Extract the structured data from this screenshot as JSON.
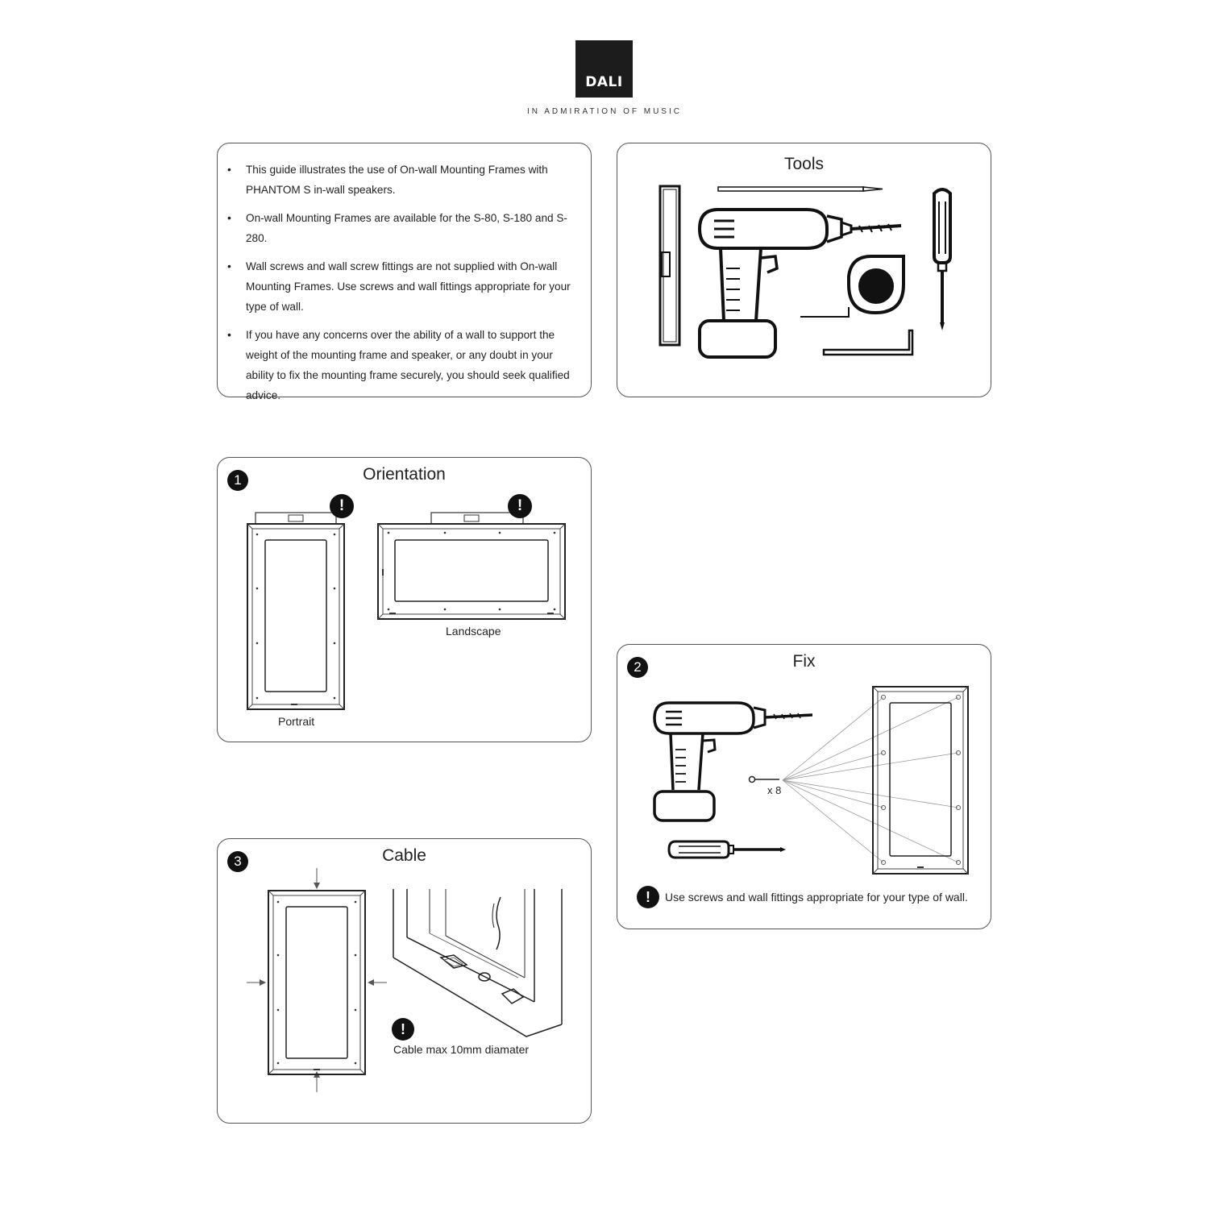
{
  "brand": {
    "logo_text": "DALI",
    "tagline": "IN ADMIRATION OF MUSIC"
  },
  "intro": {
    "notes": [
      "This guide illustrates the use of On-wall Mounting Frames with PHANTOM S in-wall speakers.",
      "On-wall Mounting Frames are available for the S-80, S-180 and S-280.",
      "Wall screws and wall screw fittings are not supplied with On-wall Mounting Frames. Use screws and wall fittings appropriate for your type of wall.",
      "If you have any concerns over the ability of a wall to support the weight of the mounting frame and speaker, or any doubt in your ability to fix the mounting frame securely, you should seek qualified advice."
    ]
  },
  "tools": {
    "title": "Tools",
    "icons": [
      "spirit-level-icon",
      "pencil-icon",
      "drill-icon",
      "tape-measure-icon",
      "screwdriver-icon",
      "allen-key-icon"
    ]
  },
  "orientation": {
    "step": "1",
    "title": "Orientation",
    "warning_glyph": "!",
    "portrait_label": "Portrait",
    "landscape_label": "Landscape"
  },
  "fix": {
    "step": "2",
    "title": "Fix",
    "screw_count": "x 8",
    "warning_glyph": "!",
    "warning_text": "Use screws and wall fittings appropriate for your type of wall."
  },
  "cable": {
    "step": "3",
    "title": "Cable",
    "warning_glyph": "!",
    "note": "Cable max 10mm diamater"
  }
}
